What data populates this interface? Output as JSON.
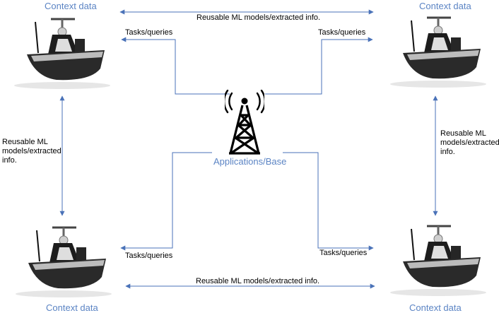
{
  "diagram": {
    "base": {
      "label": "Applications/Base",
      "icon": "radio-tower-icon"
    },
    "boats": [
      {
        "position": "top-left",
        "context_label": "Context data",
        "icon": "boat-icon"
      },
      {
        "position": "top-right",
        "context_label": "Context data",
        "icon": "boat-icon"
      },
      {
        "position": "bottom-left",
        "context_label": "Context data",
        "icon": "boat-icon"
      },
      {
        "position": "bottom-right",
        "context_label": "Context data",
        "icon": "boat-icon"
      }
    ],
    "links": {
      "top": "Reusable ML models/extracted info.",
      "bottom": "Reusable ML models/extracted info.",
      "left": "Reusable ML models/extracted info.",
      "right": "Reusable ML models/extracted info."
    },
    "tasks": {
      "top_left": "Tasks/queries",
      "top_right": "Tasks/queries",
      "bottom_left": "Tasks/queries",
      "bottom_right": "Tasks/queries"
    },
    "colors": {
      "line": "#4a72b8",
      "context_text": "#5b84c4",
      "boat_body": "#2a2a2a"
    }
  }
}
